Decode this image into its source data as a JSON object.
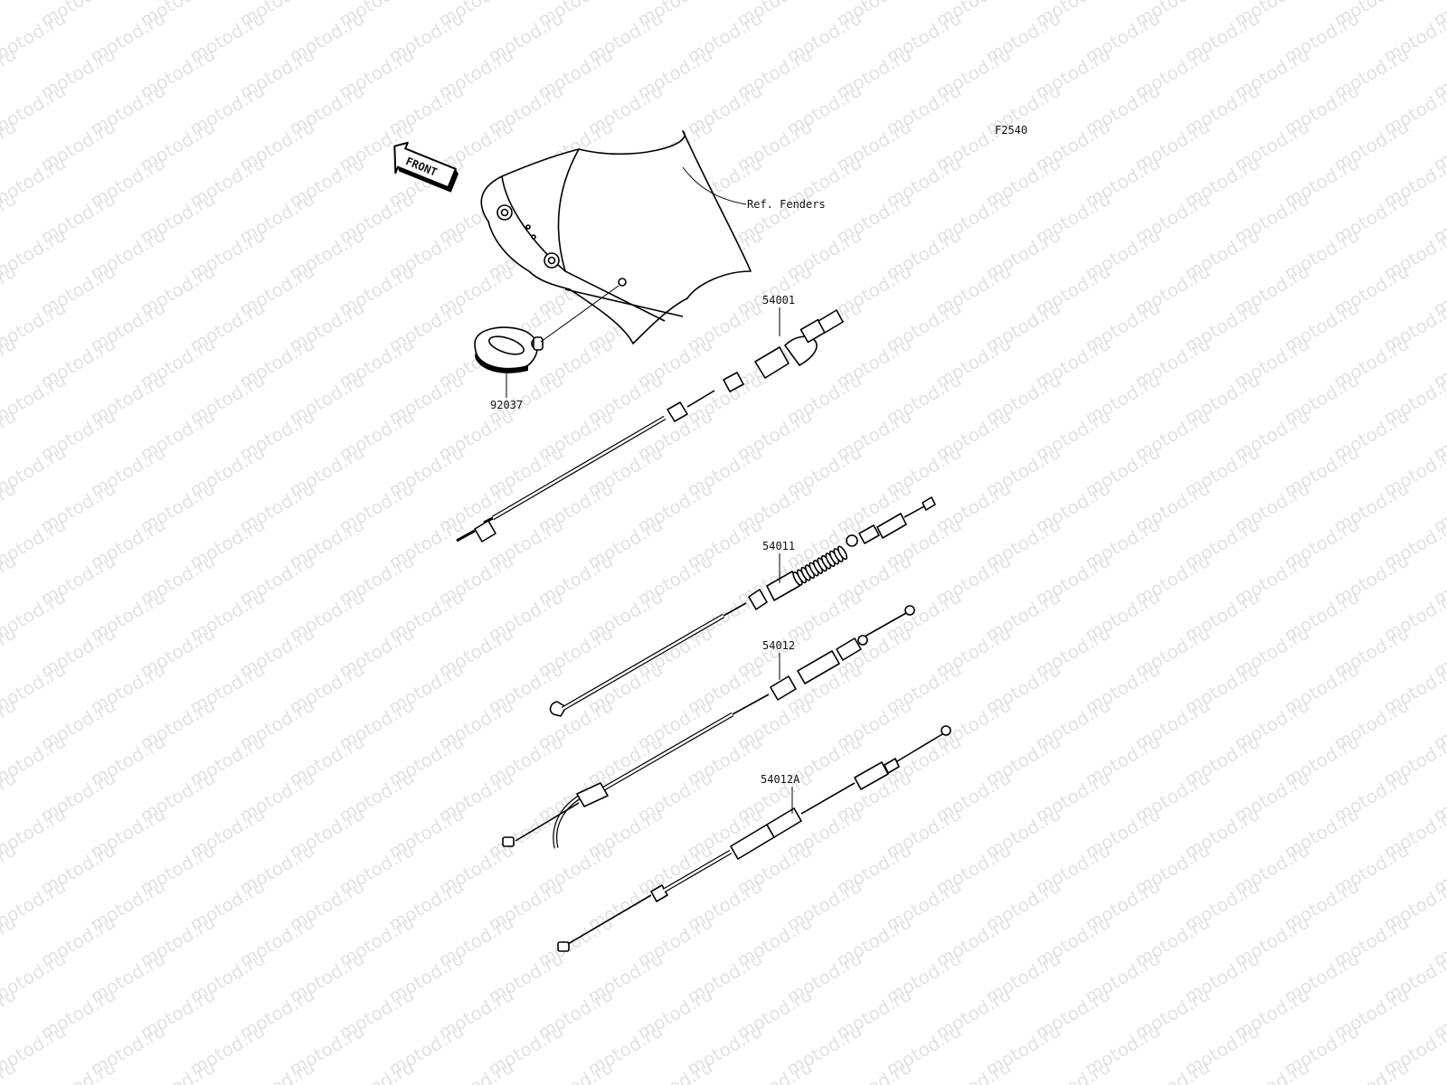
{
  "figure_code": "F2540",
  "front_arrow_label": "FRONT",
  "reference_label": "Ref. Fenders",
  "watermark_text": "motod.ru",
  "parts": [
    {
      "number": "92037",
      "kind": "clamp"
    },
    {
      "number": "54001",
      "kind": "speedometer-cable"
    },
    {
      "number": "54011",
      "kind": "clutch-cable"
    },
    {
      "number": "54012",
      "kind": "throttle-cable-accelerator"
    },
    {
      "number": "54012A",
      "kind": "throttle-cable-decelerator"
    }
  ],
  "colors": {
    "line": "#000000",
    "watermark": "#e2e2e2",
    "background": "#ffffff"
  }
}
